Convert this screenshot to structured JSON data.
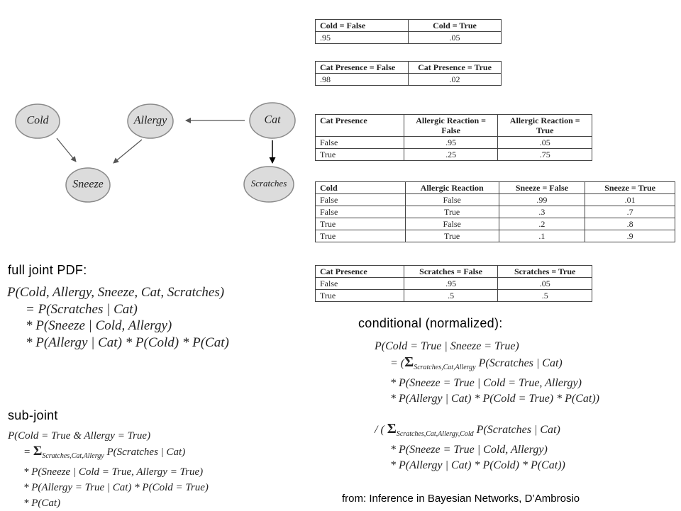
{
  "diagram": {
    "nodes": [
      {
        "id": "cold",
        "label": "Cold"
      },
      {
        "id": "allergy",
        "label": "Allergy"
      },
      {
        "id": "cat",
        "label": "Cat"
      },
      {
        "id": "sneeze",
        "label": "Sneeze"
      },
      {
        "id": "scratches",
        "label": "Scratches"
      }
    ],
    "edges": [
      {
        "from": "cat",
        "to": "allergy"
      },
      {
        "from": "cat",
        "to": "scratches"
      },
      {
        "from": "cold",
        "to": "sneeze"
      },
      {
        "from": "allergy",
        "to": "sneeze"
      }
    ]
  },
  "tables": {
    "cold": {
      "headers": [
        "Cold = False",
        "Cold = True"
      ],
      "rows": [
        [
          ".95",
          ".05"
        ]
      ]
    },
    "cat": {
      "headers": [
        "Cat Presence = False",
        "Cat Presence = True"
      ],
      "rows": [
        [
          ".98",
          ".02"
        ]
      ]
    },
    "allergy": {
      "headers": [
        "Cat Presence",
        "Allergic Reaction = False",
        "Allergic Reaction = True"
      ],
      "rows": [
        [
          "False",
          ".95",
          ".05"
        ],
        [
          "True",
          ".25",
          ".75"
        ]
      ]
    },
    "sneeze": {
      "headers": [
        "Cold",
        "Allergic Reaction",
        "Sneeze = False",
        "Sneeze = True"
      ],
      "rows": [
        [
          "False",
          "False",
          ".99",
          ".01"
        ],
        [
          "False",
          "True",
          ".3",
          ".7"
        ],
        [
          "True",
          "False",
          ".2",
          ".8"
        ],
        [
          "True",
          "True",
          ".1",
          ".9"
        ]
      ]
    },
    "scratches": {
      "headers": [
        "Cat Presence",
        "Scratches = False",
        "Scratches = True"
      ],
      "rows": [
        [
          "False",
          ".95",
          ".05"
        ],
        [
          "True",
          ".5",
          ".5"
        ]
      ]
    }
  },
  "headings": {
    "full_joint": "full joint PDF:",
    "conditional": "conditional (normalized):",
    "sub_joint": "sub-joint"
  },
  "formulas": {
    "full_joint": [
      "P(Cold, Allergy, Sneeze, Cat, Scratches)",
      "= P(Scratches | Cat)",
      "* P(Sneeze | Cold, Allergy)",
      "* P(Allergy | Cat) * P(Cold) * P(Cat)"
    ],
    "conditional": {
      "line1": "P(Cold = True | Sneeze = True)",
      "line2_prefix": "= (",
      "line2_sigma": "Σ",
      "line2_sub": "Scratches,Cat,Allergy",
      "line2_rest": " P(Scratches | Cat)",
      "line3": "* P(Sneeze = True | Cold = True, Allergy)",
      "line4": "* P(Allergy | Cat) * P(Cold = True) * P(Cat))",
      "line5_prefix": "/ ( ",
      "line5_sigma": "Σ",
      "line5_sub": "Scratches,Cat,Allergy,Cold",
      "line5_rest": " P(Scratches | Cat)",
      "line6": "* P(Sneeze = True | Cold, Allergy)",
      "line7": "* P(Allergy | Cat) * P(Cold) * P(Cat))"
    },
    "sub_joint": {
      "line1": "P(Cold = True & Allergy = True)",
      "line2_prefix": "= ",
      "line2_sigma": "Σ",
      "line2_sub": "Scratches,Cat,Allergy",
      "line2_rest": " P(Scratches | Cat)",
      "line3": "* P(Sneeze | Cold = True, Allergy = True)",
      "line4": "* P(Allergy = True | Cat) * P(Cold = True)",
      "line5": "* P(Cat)"
    }
  },
  "citation": "from: Inference in Bayesian Networks, D’Ambrosio",
  "colors": {
    "node_fill": "#dcdcdc",
    "node_stroke": "#8a8a8a",
    "arrow": "#555555"
  }
}
